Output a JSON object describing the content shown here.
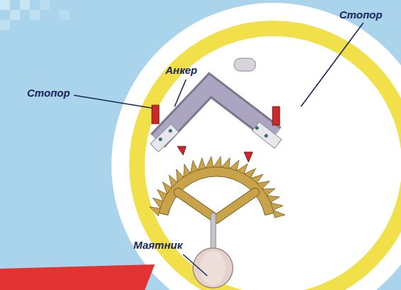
{
  "diagram": {
    "labels": [
      "Стопор",
      "Анкер",
      "Стопор",
      "Маятник"
    ]
  }
}
